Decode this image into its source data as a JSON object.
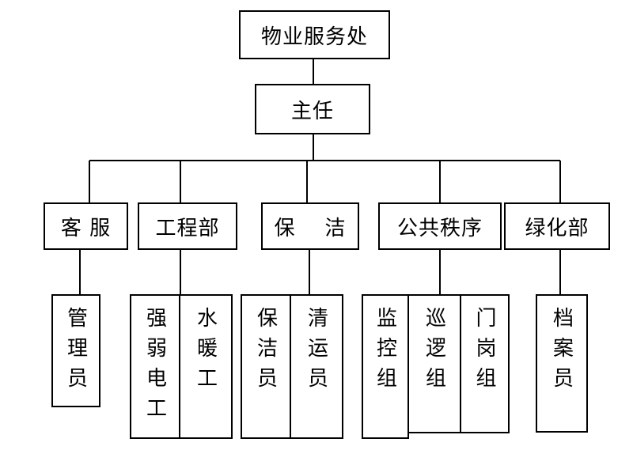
{
  "org": {
    "root": "物业服务处",
    "head": "主任",
    "departments": [
      {
        "name": "客 服",
        "units": [
          "管理员"
        ]
      },
      {
        "name": "工程部",
        "units": [
          "强弱电工",
          "水暖工"
        ]
      },
      {
        "name": "保    洁",
        "units": [
          "保洁员",
          "清运员"
        ]
      },
      {
        "name": "公共秩序",
        "units": [
          "监控组",
          "巡逻组",
          "门岗组"
        ]
      },
      {
        "name": "绿化部",
        "units": [
          "档案员"
        ]
      }
    ]
  }
}
